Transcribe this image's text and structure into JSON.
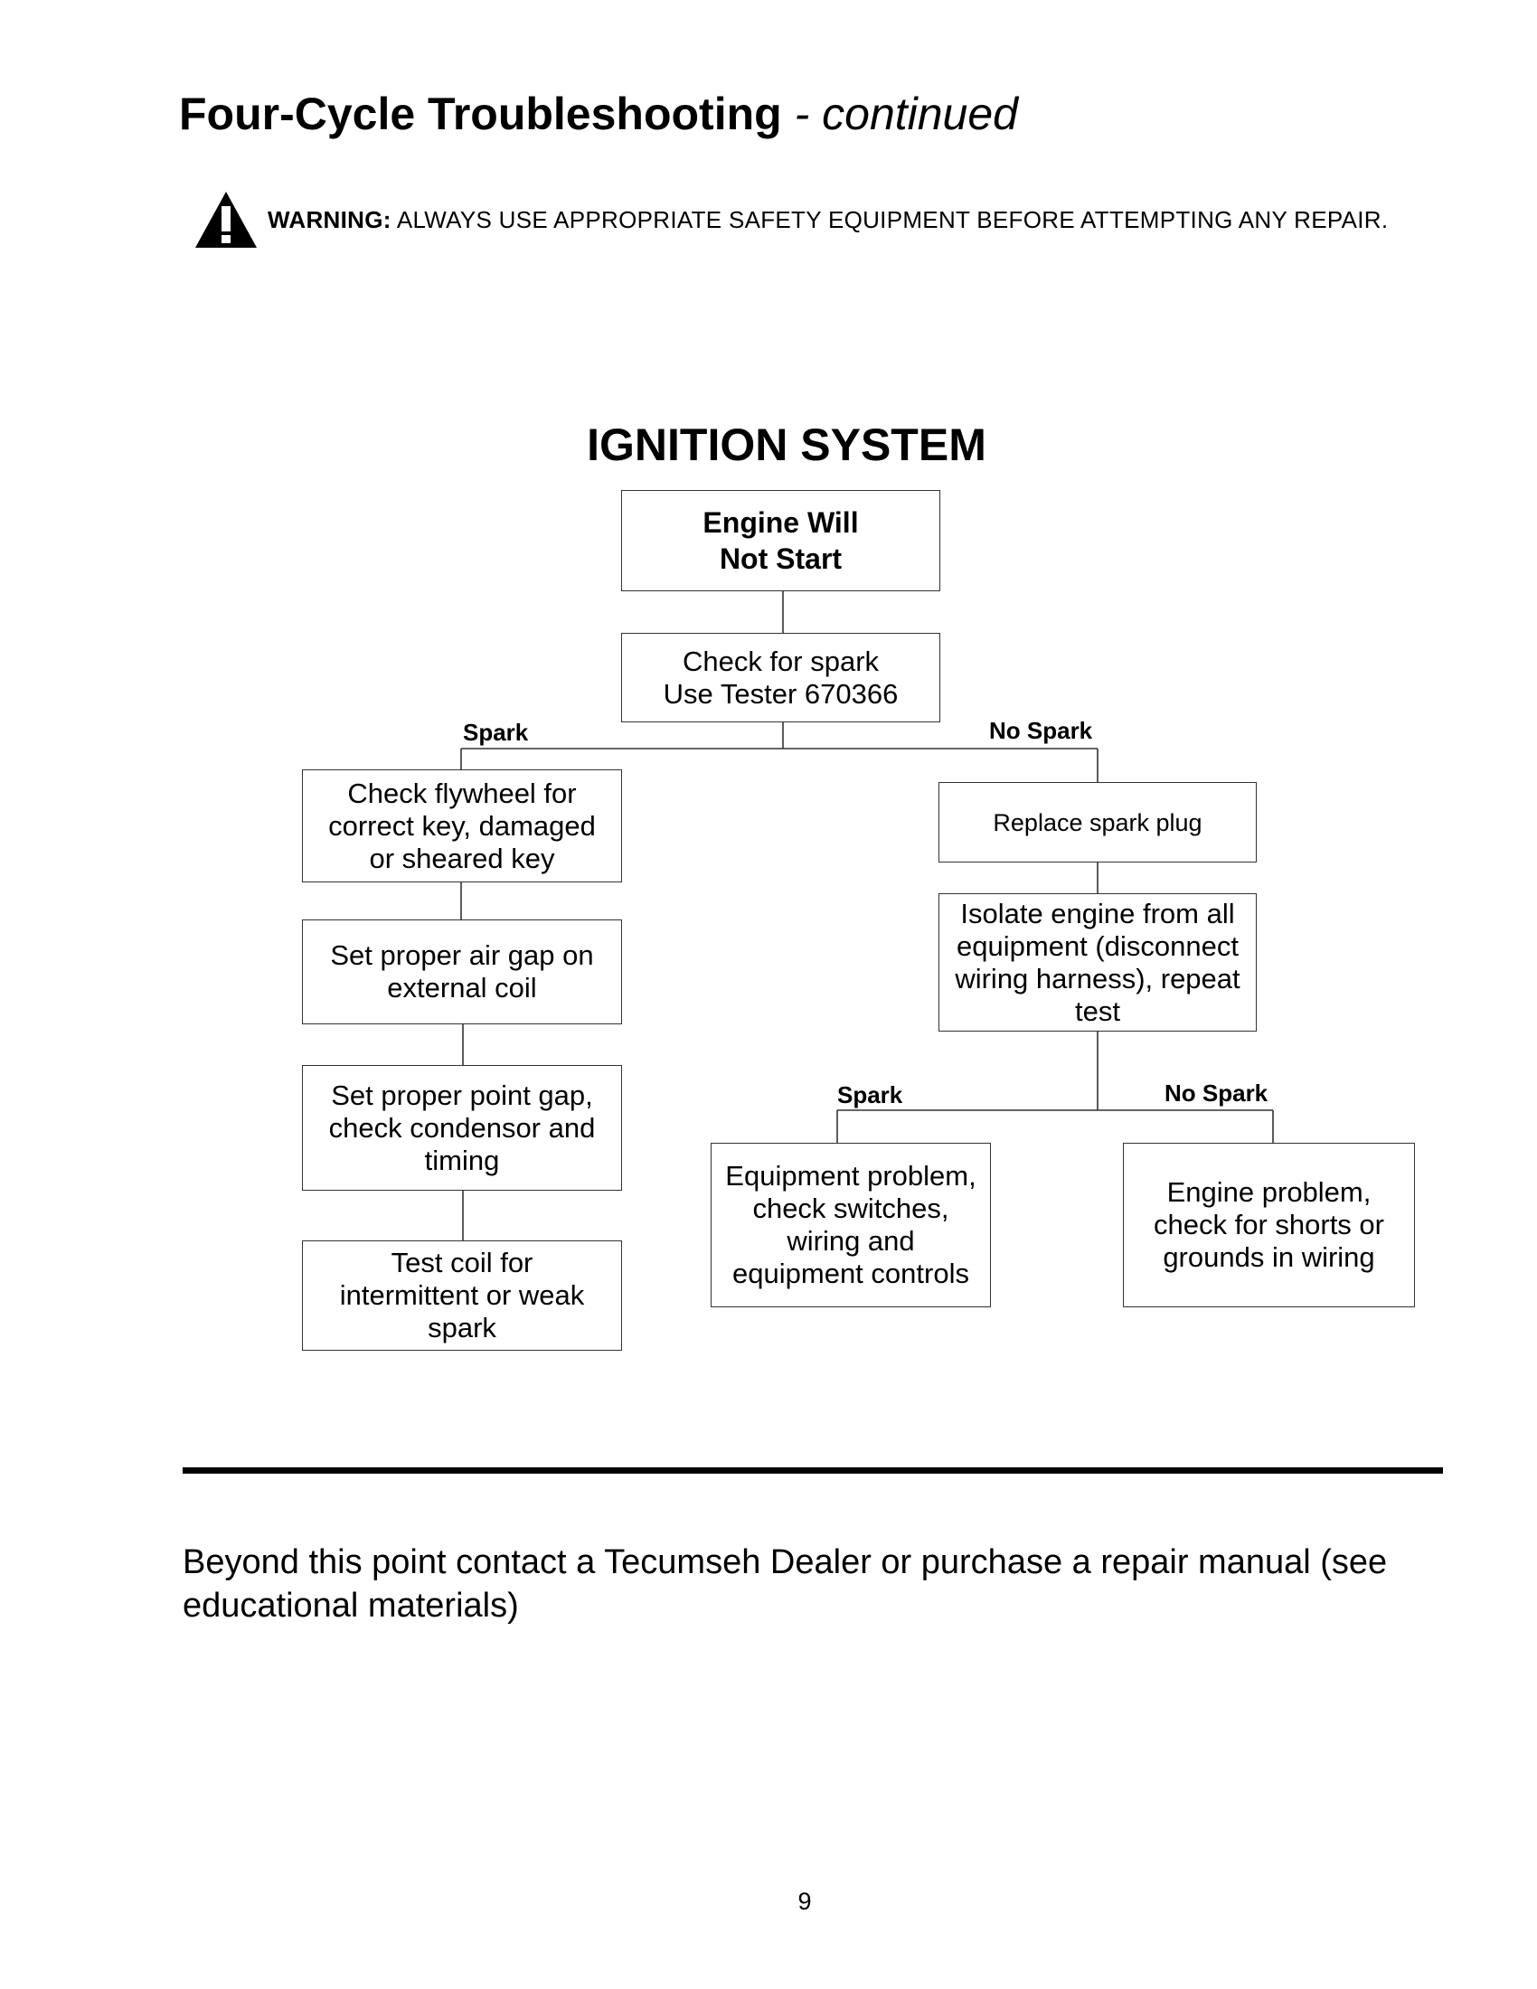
{
  "header": {
    "title": "Four-Cycle Troubleshooting",
    "title_suffix": "- continued"
  },
  "warning": {
    "icon": "warning-triangle-icon",
    "label": "WARNING:",
    "text": "ALWAYS USE APPROPRIATE SAFETY EQUIPMENT BEFORE ATTEMPTING ANY REPAIR."
  },
  "diagram": {
    "title": "IGNITION SYSTEM",
    "root": "Engine Will\nNot Start",
    "check": "Check for spark\nUse Tester 670366",
    "branch_spark": "Spark",
    "branch_no_spark": "No Spark",
    "spark_steps": [
      "Check flywheel for\ncorrect key, damaged\nor sheared key",
      "Set proper air gap on\nexternal coil",
      "Set proper point  gap,\ncheck condensor and\ntiming",
      "Test coil for\nintermittent or weak\nspark"
    ],
    "no_spark_steps": [
      "Replace spark plug",
      "Isolate engine from all\nequipment (disconnect\nwiring harness), repeat\ntest"
    ],
    "isolate_branch_spark": "Spark",
    "isolate_branch_no_spark": "No Spark",
    "equipment_outcome": "Equipment problem,\ncheck switches,\nwiring and\nequipment controls",
    "engine_outcome": "Engine problem,\ncheck for shorts or\ngrounds in wiring"
  },
  "footer": {
    "note": "Beyond this point contact a Tecumseh Dealer or purchase a repair manual (see educational materials)",
    "page_number": "9"
  }
}
